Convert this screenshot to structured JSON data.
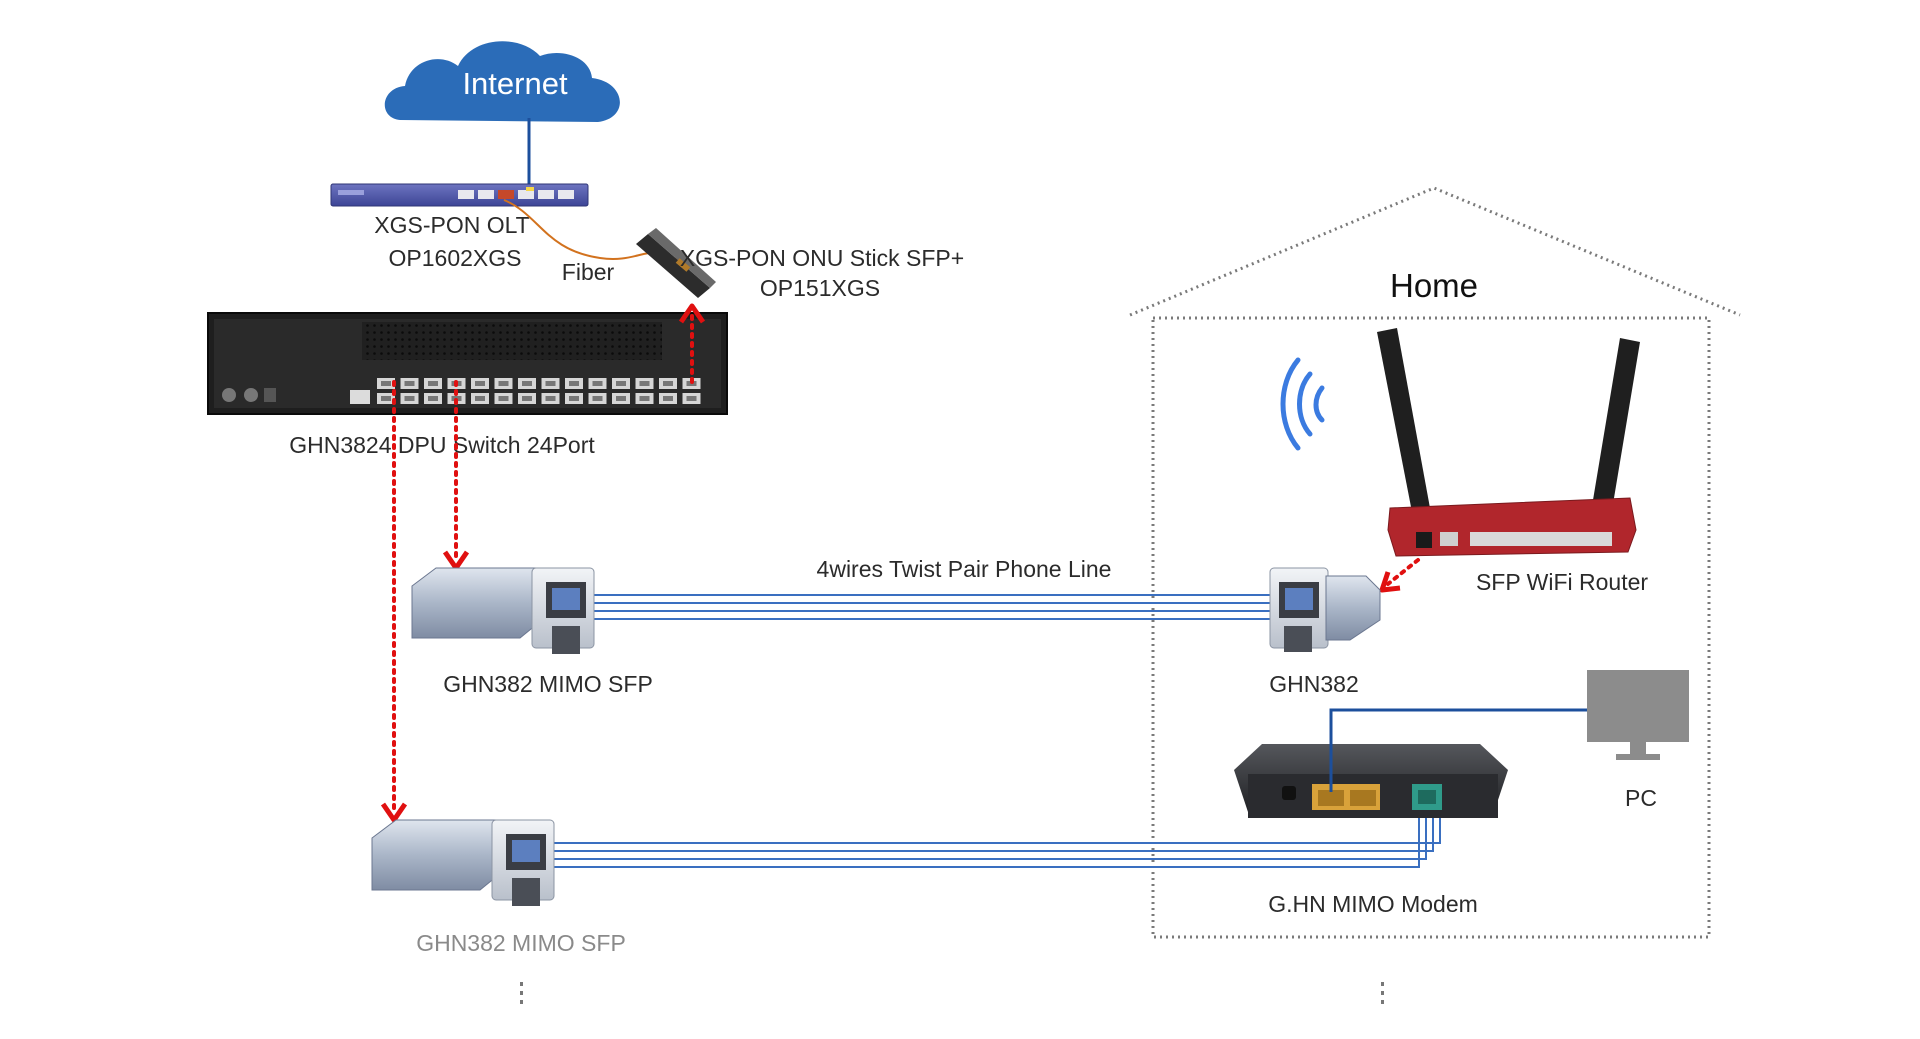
{
  "internet": {
    "label": "Internet"
  },
  "olt": {
    "name": "XGS-PON OLT",
    "model": "OP1602XGS"
  },
  "fiber": {
    "label": "Fiber"
  },
  "onu": {
    "name": "XGS-PON ONU Stick SFP+",
    "model": "OP151XGS"
  },
  "dpu_switch": {
    "label": "GHN3824 DPU Switch 24Port"
  },
  "phone_line": {
    "label": "4wires Twist Pair Phone Line"
  },
  "sfp_module_1": {
    "label": "GHN382 MIMO SFP"
  },
  "sfp_module_2": {
    "label": "GHN382 MIMO SFP"
  },
  "home": {
    "title": "Home",
    "router": {
      "label": "SFP WiFi Router"
    },
    "ghn382": {
      "label": "GHN382"
    },
    "modem": {
      "label": "G.HN MIMO Modem"
    },
    "pc": {
      "label": "PC"
    }
  },
  "colors": {
    "cloud": "#2b6cb8",
    "link_line": "#1c4f9c",
    "pair_wire": "#3a6fc0",
    "fiber": "#d2721e",
    "signal_arrow": "#e01010",
    "router_body": "#b1262c",
    "house_outline": "#7a7a7a"
  }
}
